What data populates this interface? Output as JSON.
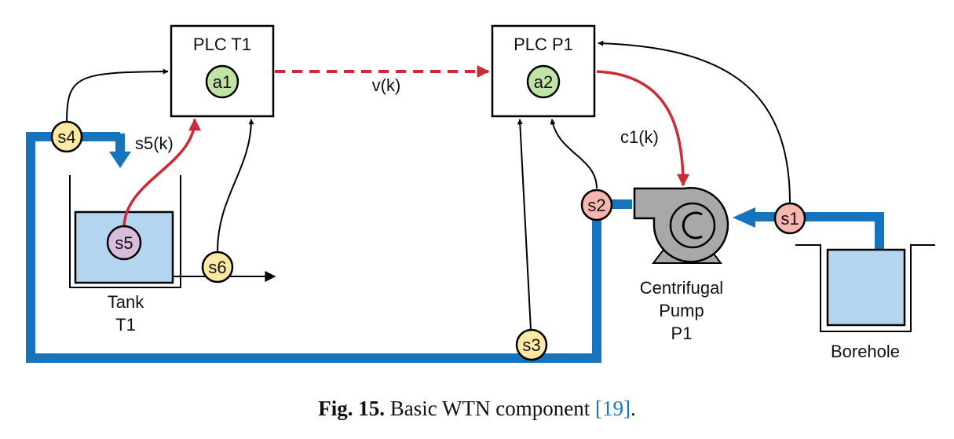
{
  "plc_t1": {
    "title": "PLC T1",
    "actuator": "a1"
  },
  "plc_p1": {
    "title": "PLC P1",
    "actuator": "a2"
  },
  "signals": {
    "v": "v(k)",
    "s5": "s5(k)",
    "c1": "c1(k)"
  },
  "sensors": {
    "s1": "s1",
    "s2": "s2",
    "s3": "s3",
    "s4": "s4",
    "s5": "s5",
    "s6": "s6"
  },
  "tank": {
    "line1": "Tank",
    "line2": "T1"
  },
  "pump": {
    "line1": "Centrifugal",
    "line2": "Pump",
    "line3": "P1"
  },
  "borehole": {
    "label": "Borehole"
  },
  "caption": {
    "fig": "Fig. 15.",
    "text": " Basic WTN component ",
    "ref": "[19]",
    "end": "."
  },
  "colors": {
    "pipe": "#1574bb",
    "network_link": "#cc2b36",
    "water": "#b3d5f0",
    "sensor_yellow": "#fde9a4",
    "sensor_red": "#f7b6b0",
    "sensor_purple": "#d8bcd9",
    "actuator_green": "#bfe4a6",
    "pump_gray": "#a8a8a8"
  }
}
